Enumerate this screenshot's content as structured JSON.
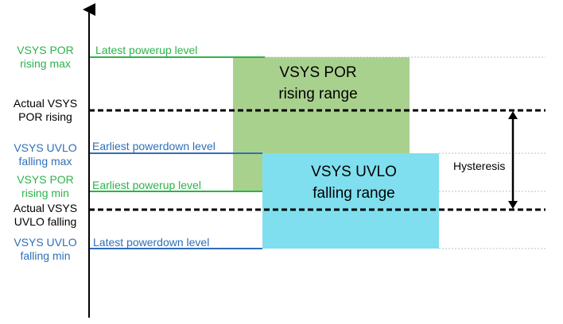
{
  "colors": {
    "por_green": "#2db34a",
    "uvlo_blue": "#2f6fb8",
    "por_box_fill": "#a9d18e",
    "uvlo_box_fill": "#7fdfee",
    "threshold_black": "#000000",
    "guide_gray": "#bfbfbf"
  },
  "axis_labels": {
    "por_rising_max": "VSYS POR\nrising max",
    "actual_por_rising": "Actual VSYS\nPOR rising",
    "uvlo_falling_max": "VSYS UVLO\nfalling max",
    "por_rising_min": "VSYS POR\nrising min",
    "actual_uvlo_falling": "Actual VSYS\nUVLO falling",
    "uvlo_falling_min": "VSYS UVLO\nfalling min"
  },
  "line_labels": {
    "latest_powerup": "Latest powerup level",
    "earliest_powerdown": "Earliest powerdown level",
    "earliest_powerup": "Earliest powerup level",
    "latest_powerdown": "Latest powerdown level"
  },
  "regions": {
    "por_range": "VSYS POR\nrising range",
    "uvlo_range": "VSYS UVLO\nfalling range"
  },
  "hysteresis_label": "Hysteresis"
}
